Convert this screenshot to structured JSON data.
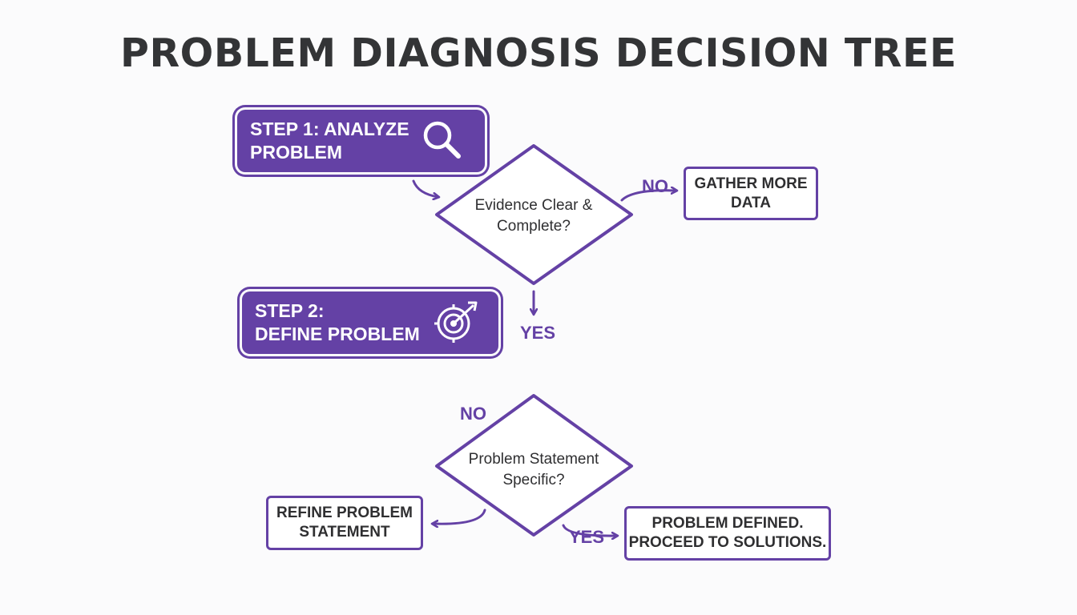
{
  "title": "PROBLEM DIAGNOSIS DECISION TREE",
  "colors": {
    "accent": "#6441a5",
    "text": "#2f2f31",
    "title": "#333436",
    "background": "#fbfbfc"
  },
  "steps": [
    {
      "id": "step1",
      "label": "STEP 1: ANALYZE\nPROBLEM",
      "icon": "magnifier-icon"
    },
    {
      "id": "step2",
      "label": "STEP 2:\nDEFINE PROBLEM",
      "icon": "target-arrow-icon"
    }
  ],
  "decisions": [
    {
      "id": "d1",
      "text": "Evidence Clear &\nComplete?"
    },
    {
      "id": "d2",
      "text": "Problem Statement\nSpecific?"
    }
  ],
  "boxes": [
    {
      "id": "gather",
      "text": "GATHER MORE\nDATA"
    },
    {
      "id": "refine",
      "text": "REFINE PROBLEM\nSTATEMENT"
    },
    {
      "id": "defined",
      "text": "PROBLEM DEFINED.\nPROCEED TO SOLUTIONS."
    }
  ],
  "branch_labels": {
    "d1_no": "NO",
    "d1_yes": "YES",
    "d2_no": "NO",
    "d2_yes": "YES"
  }
}
